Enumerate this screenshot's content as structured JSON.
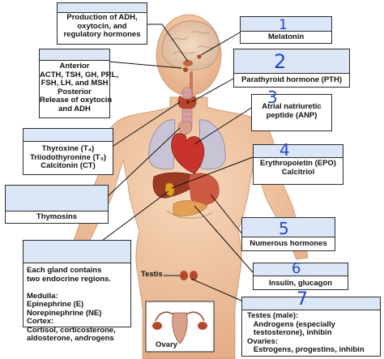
{
  "labels": {
    "hypothalamus": "Production of ADH,\noxytocin, and\nregulatory hormones",
    "pituitary": "Anterior\nACTH, TSH, GH, PRL,\nFSH, LH, and MSH\nPosterior\nRelease of oxytocin\nand ADH",
    "thyroid": "Thyroxine (T₄)\nTriiodothyronine (T₃)\nCalcitonin (CT)",
    "thymus": "Thymosins",
    "adrenal": "Each gland contains\ntwo endocrine regions.\n\nMedulla:\nEpinephrine (E)\nNorepinephrine (NE)\nCortex:\nCortisol, corticosterone,\naldosterone, androgens",
    "pineal": "Melatonin",
    "parathyroid": "Parathyroid hormone (PTH)",
    "heart": "Atrial natriuretic\npeptide (ANP)",
    "kidney": "Erythropoietin (EPO)\nCalcitriol",
    "digestive": "Numerous hormones",
    "pancreas": "Insulin, glucagon",
    "gonads": "Testes (male):\n   Androgens (especially\n   testosterone), inhibin\nOvaries:\n   Estrogens, progestins, inhibin",
    "testis": "Testis",
    "ovary": "Ovary"
  },
  "handwritten_numbers": [
    "1",
    "2",
    "3",
    "4",
    "5",
    "6",
    "7"
  ],
  "colors": {
    "answer_box": "#dbe6f7",
    "handwriting": "#2246c8",
    "skin": "#f2c9a4",
    "lung": "#c9c3d6",
    "heart": "#c8332b",
    "liver": "#9b3a22"
  }
}
